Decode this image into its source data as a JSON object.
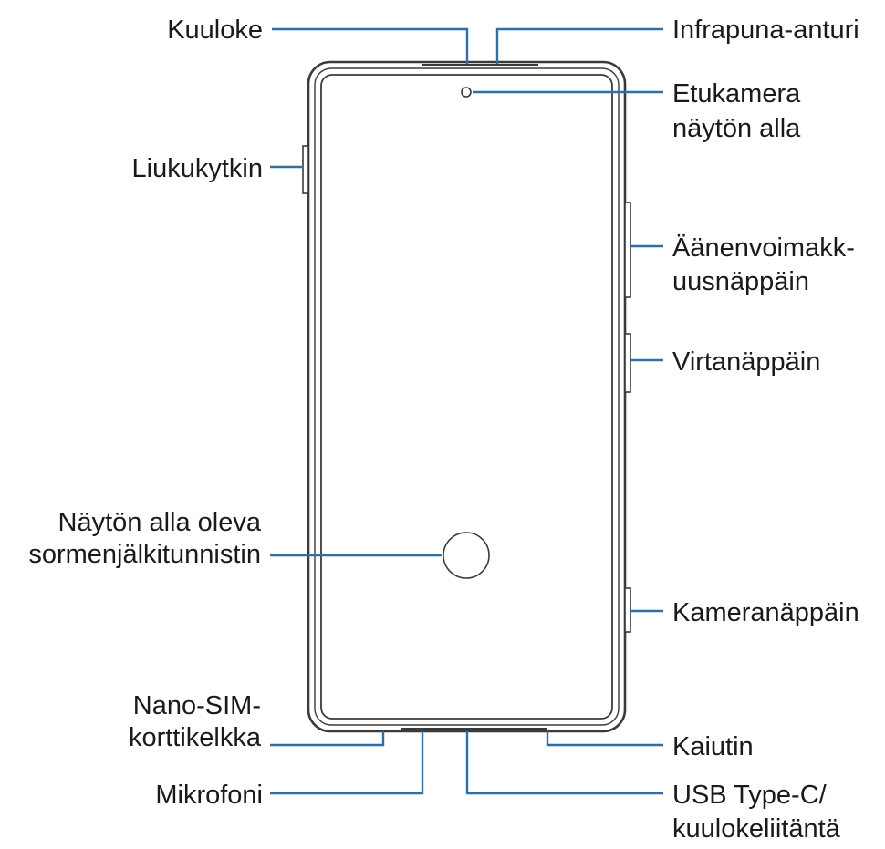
{
  "labels": {
    "earpiece": "Kuuloke",
    "ir_sensor": "Infrapuna-anturi",
    "front_camera_1": "Etukamera",
    "front_camera_2": "näytön alla",
    "slider_switch": "Liukukytkin",
    "volume_key_1": "Äänenvoimakk-",
    "volume_key_2": "uusnäppäin",
    "power_key": "Virtanäppäin",
    "fingerprint_1": "Näytön alla oleva",
    "fingerprint_2": "sormenjälkitunnistin",
    "camera_key": "Kameranäppäin",
    "sim_tray_1": "Nano-SIM-",
    "sim_tray_2": "korttikelkka",
    "speaker": "Kaiutin",
    "microphone": "Mikrofoni",
    "usb_port_1": "USB Type-C/",
    "usb_port_2": "kuulokeliitäntä"
  },
  "colors": {
    "leader": "#2f6fa3",
    "outline": "#3a3a3a",
    "text": "#1a1a1a"
  }
}
